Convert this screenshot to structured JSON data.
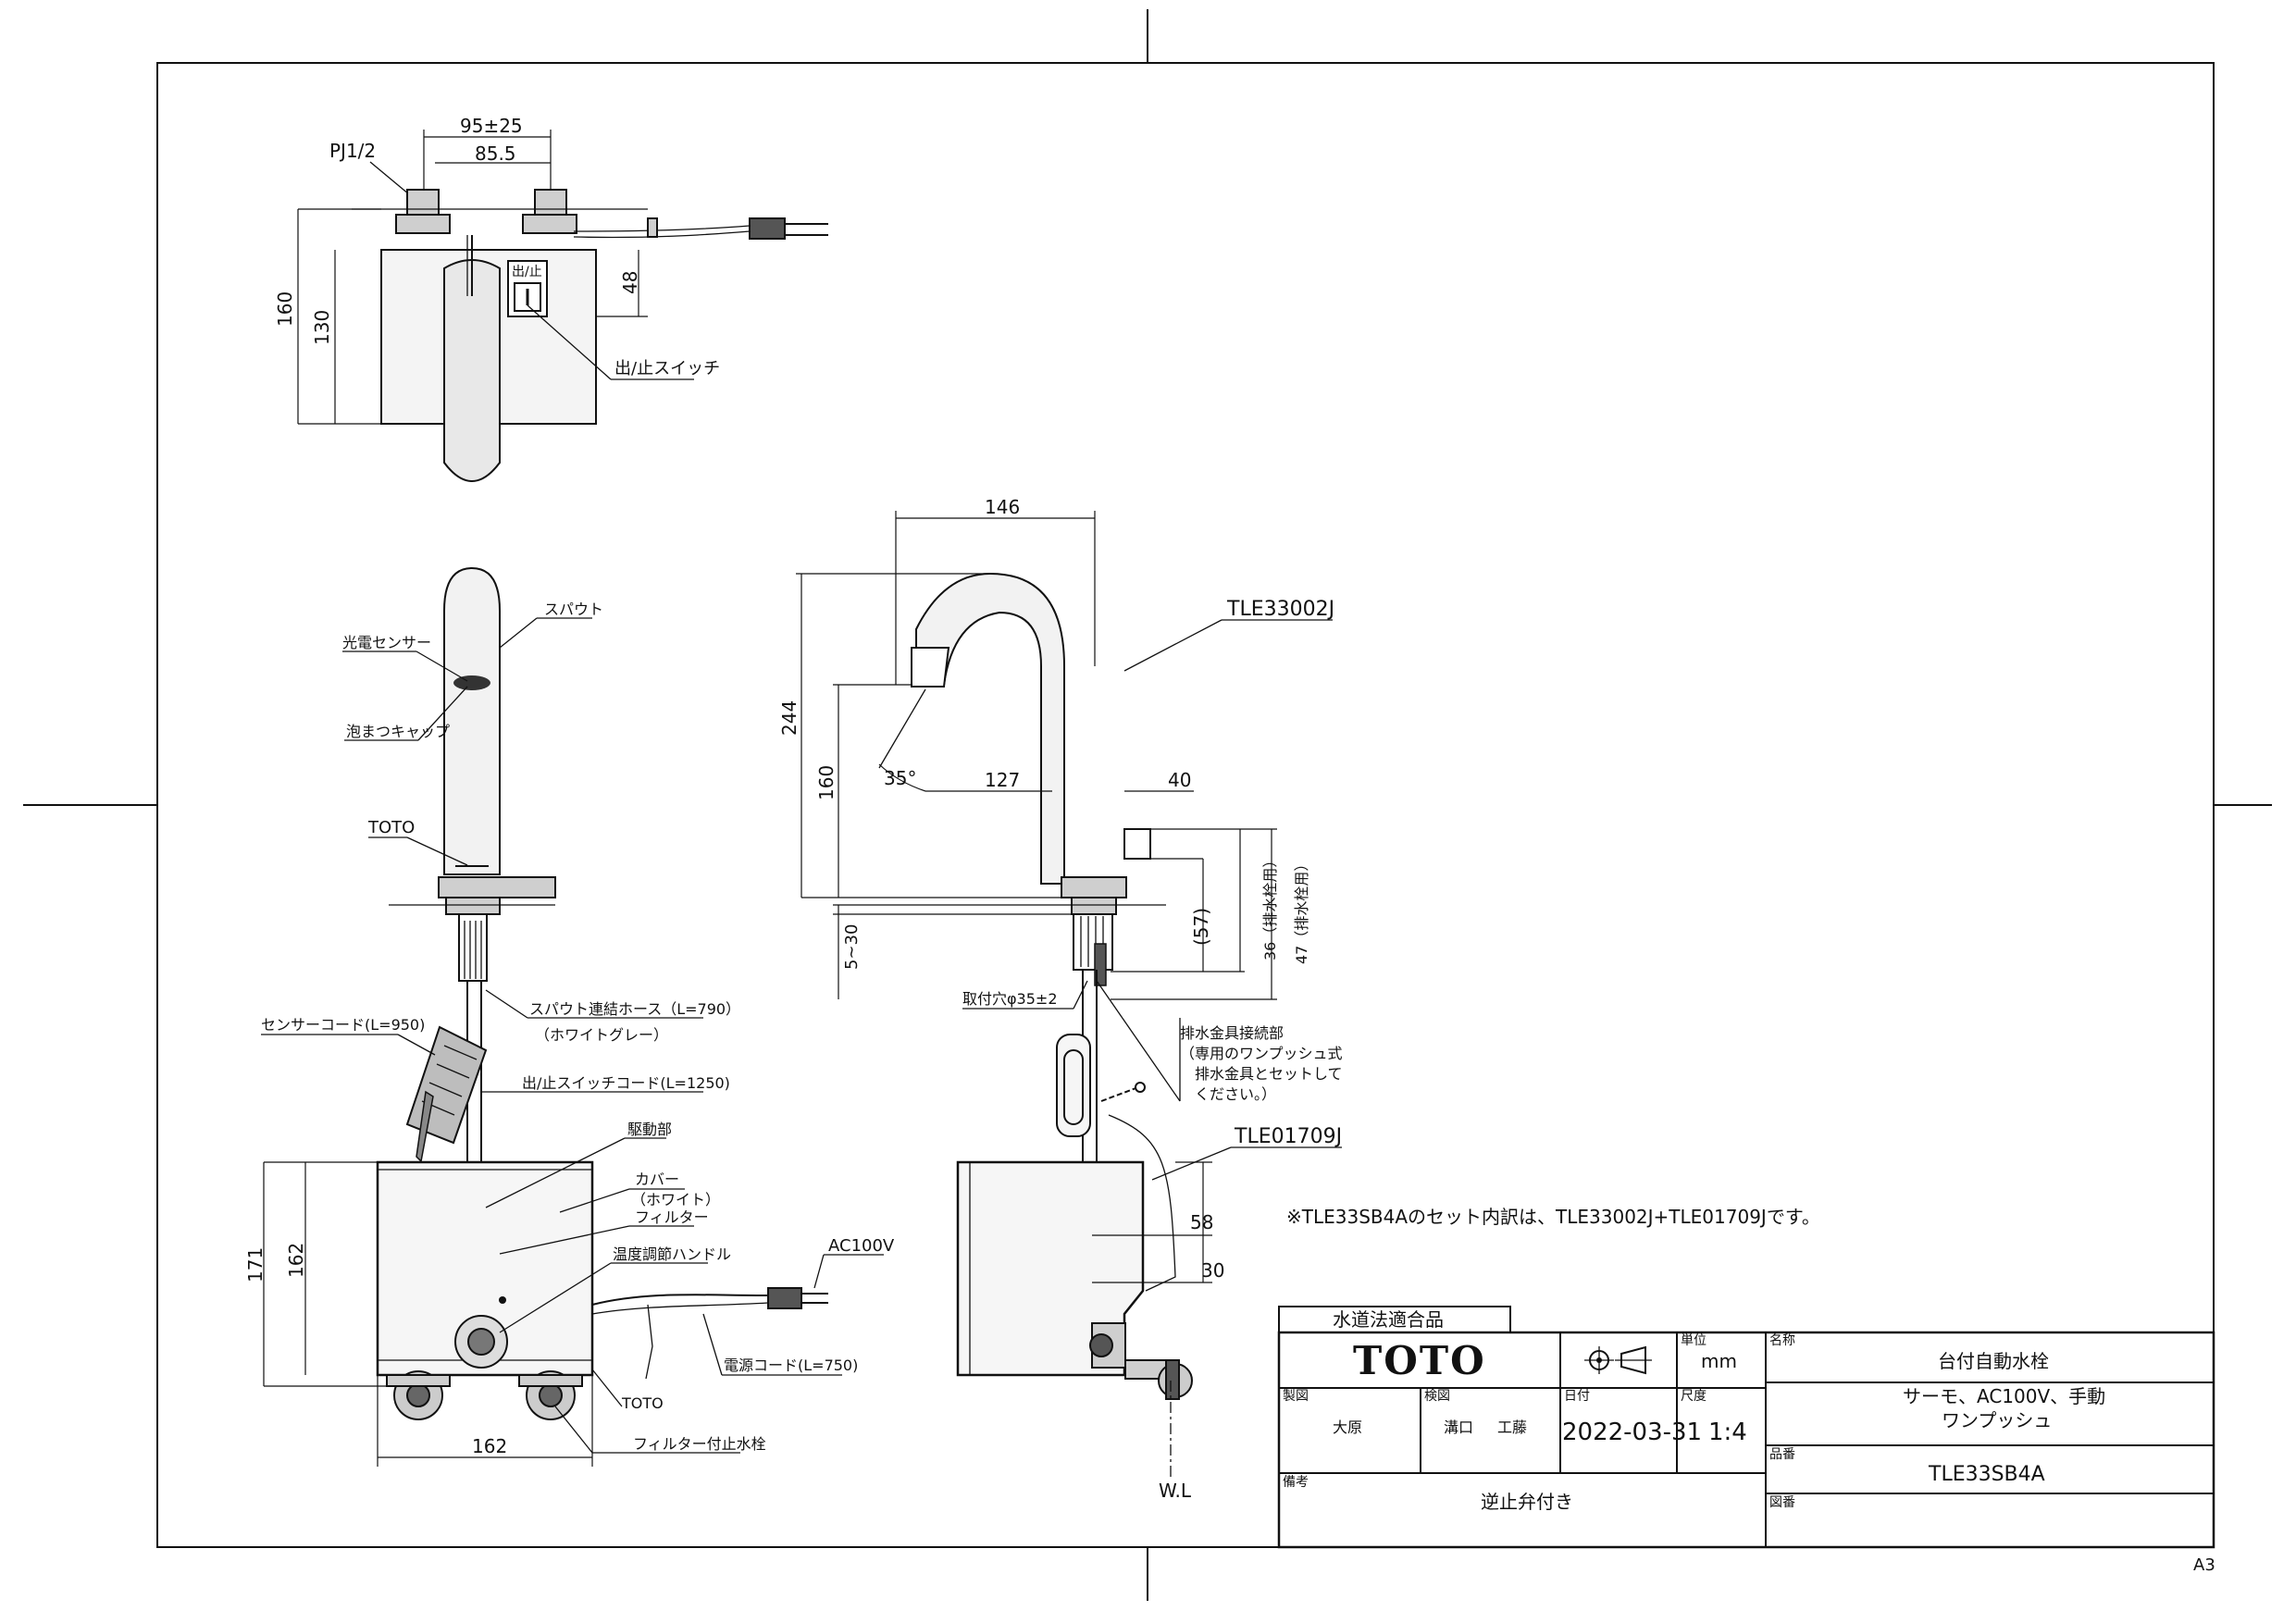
{
  "sheet": {
    "size_label": "A3"
  },
  "top_view": {
    "dim_95": "95±25",
    "dim_85": "85.5",
    "pj_label": "PJ1/2",
    "dim_160": "160",
    "dim_130": "130",
    "dim_48": "48",
    "switch_label": "出/止スイッチ",
    "switch_mark": "出/止"
  },
  "front_view": {
    "spout": "スパウト",
    "sensor": "光電センサー",
    "cap": "泡まつキャップ",
    "toto": "TOTO",
    "hose": "スパウト連結ホース（L=790）",
    "hose_color": "（ホワイトグレー）",
    "sensor_cord": "センサーコード(L=950)",
    "switch_cord": "出/止スイッチコード(L=1250)",
    "drive": "駆動部",
    "cover": "カバー",
    "cover_color": "（ホワイト）",
    "filter": "フィルター",
    "temp_handle": "温度調節ハンドル",
    "ac": "AC100V",
    "power_cord": "電源コード(L=750)",
    "toto2": "TOTO",
    "filter_valve": "フィルター付止水栓",
    "dim_171": "171",
    "dim_162v": "162",
    "dim_162h": "162"
  },
  "side_view": {
    "dim_146": "146",
    "dim_244": "244",
    "dim_160": "160",
    "dim_127": "127",
    "dim_40": "40",
    "angle": "35°",
    "dim_530": "5~30",
    "dim_57": "(57)",
    "dim_36": "36（排水栓用）",
    "dim_47": "47（排水栓用）",
    "hole": "取付穴φ35±2",
    "drain_note": [
      "排水金具接続部",
      "（専用のワンプッシュ式",
      "　排水金具とセットして",
      "　ください。）"
    ],
    "faucet_model": "TLE33002J",
    "unit_model": "TLE01709J",
    "dim_58": "58",
    "dim_30": "30",
    "wl": "W.L"
  },
  "note": "※TLE33SB4Aのセット内訳は、TLE33002J+TLE01709Jです。",
  "title_block": {
    "compliance": "水道法適合品",
    "brand": "TOTO",
    "unit_label": "単位",
    "unit": "mm",
    "name_label": "名称",
    "name": "台付自動水栓",
    "sub1": "サーモ、AC100V、手動",
    "sub2": "ワンプッシュ",
    "draw_label": "製図",
    "drawer": "大原",
    "check_label": "検図",
    "checker1": "溝口",
    "checker2": "工藤",
    "date_label": "日付",
    "date": "2022-03-31",
    "scale_label": "尺度",
    "scale": "1:4",
    "model_label": "品番",
    "model": "TLE33SB4A",
    "remarks_label": "備考",
    "remarks": "逆止弁付き",
    "ref_label": "図番"
  }
}
